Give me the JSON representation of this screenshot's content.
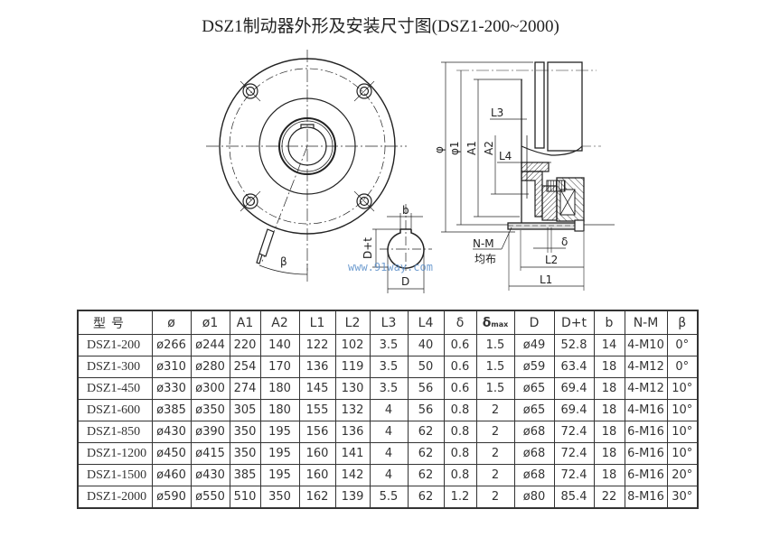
{
  "title": "DSZ1制动器外形及安装尺寸图(DSZ1-200~2000)",
  "watermark": "www.91way.com",
  "drawing_labels": {
    "beta": "β",
    "b": "b",
    "d_plus_t": "D+t",
    "d": "D",
    "phi": "φ",
    "phi1": "φ1",
    "a1": "A1",
    "a2": "A2",
    "l1": "L1",
    "l2": "L2",
    "l3": "L3",
    "l4": "L4",
    "delta": "δ",
    "n_m": "N-M",
    "evenly": "均布"
  },
  "table": {
    "headers": [
      "型号",
      "ø",
      "ø1",
      "A1",
      "A2",
      "L1",
      "L2",
      "L3",
      "L4",
      "δ",
      "δmax",
      "D",
      "D+t",
      "b",
      "N-M",
      "β"
    ],
    "header_main": {
      "delta_max": "δ",
      "delta_max_sub": "max"
    },
    "rows": [
      [
        "DSZ1-200",
        "ø266",
        "ø244",
        "220",
        "140",
        "122",
        "102",
        "3.5",
        "40",
        "0.6",
        "1.5",
        "ø49",
        "52.8",
        "14",
        "4-M10",
        "0°"
      ],
      [
        "DSZ1-300",
        "ø310",
        "ø280",
        "254",
        "170",
        "136",
        "119",
        "3.5",
        "50",
        "0.6",
        "1.5",
        "ø59",
        "63.4",
        "18",
        "4-M12",
        "0°"
      ],
      [
        "DSZ1-450",
        "ø330",
        "ø300",
        "274",
        "180",
        "145",
        "130",
        "3.5",
        "56",
        "0.6",
        "1.5",
        "ø65",
        "69.4",
        "18",
        "4-M12",
        "10°"
      ],
      [
        "DSZ1-600",
        "ø385",
        "ø350",
        "305",
        "180",
        "155",
        "132",
        "4",
        "56",
        "0.8",
        "2",
        "ø65",
        "69.4",
        "18",
        "4-M16",
        "10°"
      ],
      [
        "DSZ1-850",
        "ø430",
        "ø390",
        "350",
        "195",
        "156",
        "136",
        "4",
        "62",
        "0.8",
        "2",
        "ø68",
        "72.4",
        "18",
        "6-M16",
        "10°"
      ],
      [
        "DSZ1-1200",
        "ø450",
        "ø415",
        "350",
        "195",
        "160",
        "141",
        "4",
        "62",
        "0.8",
        "2",
        "ø68",
        "72.4",
        "18",
        "6-M16",
        "10°"
      ],
      [
        "DSZ1-1500",
        "ø460",
        "ø430",
        "385",
        "195",
        "160",
        "142",
        "4",
        "62",
        "0.8",
        "2",
        "ø68",
        "72.4",
        "18",
        "6-M16",
        "20°"
      ],
      [
        "DSZ1-2000",
        "ø590",
        "ø550",
        "510",
        "350",
        "162",
        "139",
        "5.5",
        "62",
        "1.2",
        "2",
        "ø80",
        "85.4",
        "22",
        "8-M16",
        "30°"
      ]
    ]
  }
}
